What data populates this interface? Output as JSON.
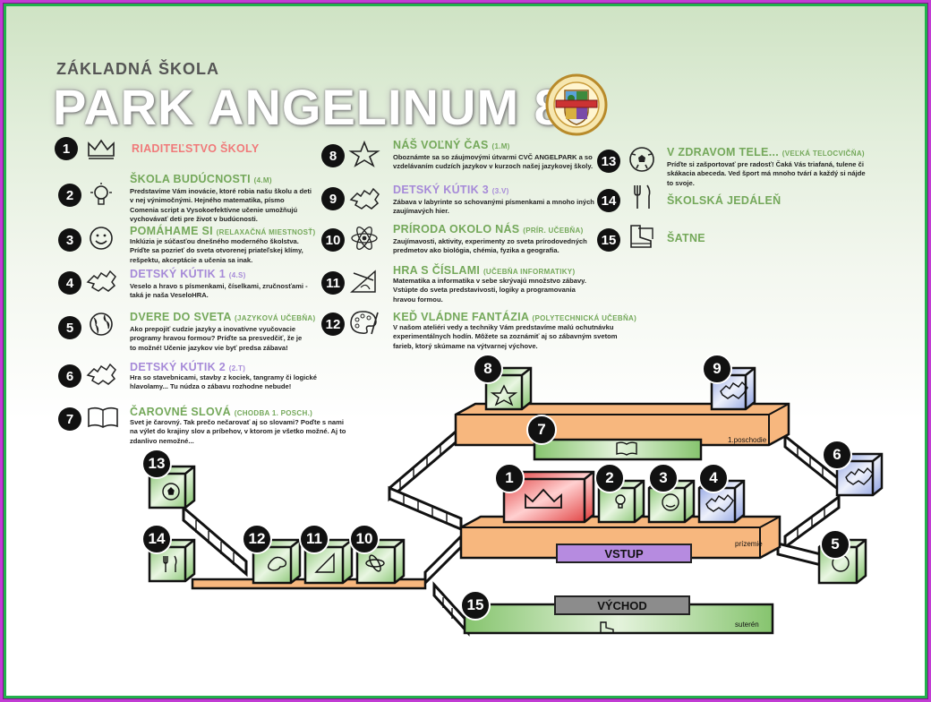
{
  "header": {
    "school_label": "ZÁKLADNÁ ŠKOLA",
    "title": "PARK ANGELINUM 8"
  },
  "colors": {
    "green_heading": "#74a85a",
    "purple_heading": "#a68ad8",
    "red_heading": "#f07a7a",
    "floor_orange": "#f7b77e",
    "room_green": "#9fd08a",
    "room_blue": "#9fb0e0",
    "room_red": "#e84848",
    "entrance_purple": "#b68be0",
    "exit_gray": "#8c8c8c"
  },
  "legend": [
    {
      "num": "1",
      "icon": "crown-icon",
      "title": "RIADITEĽSTVO ŠKOLY",
      "sub": "",
      "text": ""
    },
    {
      "num": "2",
      "icon": "lightbulb-icon",
      "title": "ŠKOLA BUDÚCNOSTI",
      "sub": "(4.M)",
      "text": "Predstavíme Vám inovácie, ktoré robia našu školu a deti v nej výnimočnými. Hejného matematika, písmo Comenia script a Vysokoefektívne učenie umožňujú vychovávať deti pre život v budúcnosti."
    },
    {
      "num": "3",
      "icon": "smiley-icon",
      "title": "POMÁHAME SI",
      "sub": "(RELAXAČNÁ MIESTNOSŤ)",
      "text": "Inklúzia je súčasťou dnešného moderného školstva. Príďte sa pozrieť do sveta otvorenej priateľskej klímy, rešpektu, akceptácie a učenia sa inak."
    },
    {
      "num": "4",
      "icon": "puzzle-icon",
      "title": "DETSKÝ KÚTIK 1",
      "sub": "(4.S)",
      "text": "Veselo a hravo s písmenkami, číselkami, zručnosťami - taká je naša VeseloHRA."
    },
    {
      "num": "5",
      "icon": "globe-icon",
      "title": "DVERE DO SVETA",
      "sub": "(JAZYKOVÁ UČEBŇA)",
      "text": "Ako prepojiť cudzie jazyky a inovatívne vyučovacie programy hravou formou? Príďte sa presvedčiť, že je to možné! Učenie jazykov vie byť predsa zábava!"
    },
    {
      "num": "6",
      "icon": "puzzle-icon",
      "title": "DETSKÝ KÚTIK 2",
      "sub": "(2.T)",
      "text": "Hra so stavebnicami, stavby z kociek, tangramy či logické hlavolamy... Tu núdza o zábavu rozhodne nebude!"
    },
    {
      "num": "7",
      "icon": "book-icon",
      "title": "ČAROVNÉ SLOVÁ",
      "sub": "(CHODBA 1. POSCH.)",
      "text": "Svet je čarovný. Tak prečo nečarovať aj so slovami? Poďte s nami na výlet do krajiny slov a príbehov, v ktorom je všetko možné. Aj to zdanlivo nemožné..."
    },
    {
      "num": "8",
      "icon": "star-icon",
      "title": "NÁŠ VOĽNÝ ČAS",
      "sub": "(1.M)",
      "text": "Oboznámte sa so záujmovými útvarmi CVČ ANGELPARK a so vzdelávaním cudzích jazykov v kurzoch našej jazykovej školy."
    },
    {
      "num": "9",
      "icon": "puzzle-icon",
      "title": "DETSKÝ KÚTIK 3",
      "sub": "(3.V)",
      "text": "Zábava v labyrinte so schovanými písmenkami a mnoho iných zaujímavých hier."
    },
    {
      "num": "10",
      "icon": "atom-icon",
      "title": "PRÍRODA OKOLO NÁS",
      "sub": "(PRÍR. UČEBŇA)",
      "text": "Zaujímavosti, aktivity, experimenty zo sveta prírodovedných predmetov ako biológia, chémia, fyzika a geografia."
    },
    {
      "num": "11",
      "icon": "geometry-icon",
      "title": "HRA S ČÍSLAMI",
      "sub": "(UČEBŇA INFORMATIKY)",
      "text": "Matematika a informatika v sebe skrývajú množstvo zábavy. Vstúpte do sveta predstavivosti, logiky a programovania hravou formou."
    },
    {
      "num": "12",
      "icon": "palette-icon",
      "title": "KEĎ VLÁDNE FANTÁZIA",
      "sub": "(POLYTECHNICKÁ UČEBŇA)",
      "text": "V našom ateliéri vedy a techniky Vám predstavíme malú ochutnávku experimentálnych hodín. Môžete sa zoznámiť aj so zábavným svetom farieb, ktorý skúmame na výtvarnej výchove."
    },
    {
      "num": "13",
      "icon": "football-icon",
      "title": "V ZDRAVOM TELE...",
      "sub": "(VEĽKÁ TELOCVIČŇA)",
      "text": "Príďte si zašportovať pre radosť! Čaká Vás triafaná, tulene či skákacia abeceda. Ved šport má mnoho tvárí a každý si nájde to svoje."
    },
    {
      "num": "14",
      "icon": "cutlery-icon",
      "title": "ŠKOLSKÁ JEDÁLEŇ",
      "sub": "",
      "text": ""
    },
    {
      "num": "15",
      "icon": "boots-icon",
      "title": "ŠATNE",
      "sub": "",
      "text": ""
    }
  ],
  "map": {
    "floors": {
      "first": "1.poschodie",
      "ground": "prízemie",
      "basement": "suterén"
    },
    "entrance_label": "VSTUP",
    "exit_label": "VÝCHOD"
  }
}
